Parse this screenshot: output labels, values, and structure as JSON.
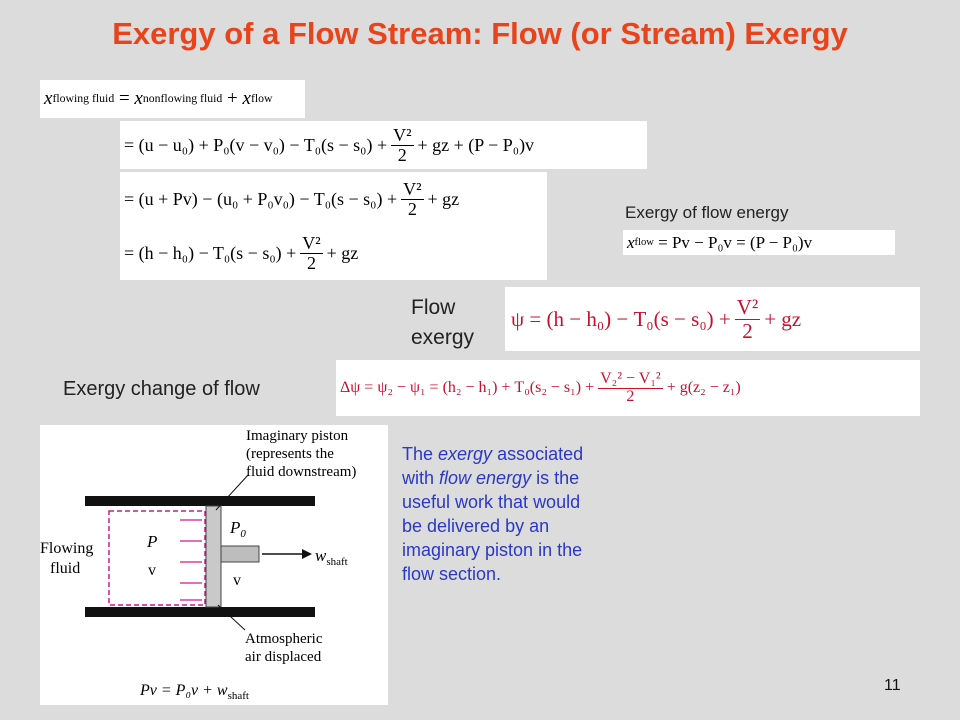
{
  "slide": {
    "title": "Exergy of a Flow Stream: Flow (or Stream) Exergy",
    "page_number": "11"
  },
  "equations": {
    "flowing": {
      "lhs": "x",
      "lhs_sub": "flowing fluid",
      "mid": "x",
      "mid_sub": "nonflowing fluid",
      "rhs": "x",
      "rhs_sub": "flow"
    },
    "line1": "= (u − u₀) + P₀(v − v₀) − T₀(s − s₀) +",
    "line1_end": "+ gz + (P − P₀)v",
    "line2": "= (u + Pv) − (u₀ + P₀v₀) − T₀(s − s₀) +",
    "line2_end": "+ gz",
    "line3": "= (h − h₀) − T₀(s − s₀) +",
    "line3_end": "+ gz",
    "v2_num": "V²",
    "v2_den": "2",
    "xflow": "= Pv − P₀v = (P − P₀)v",
    "xflow_sym": "x",
    "xflow_sub": "flow",
    "psi": "ψ = (h − h₀) − T₀(s − s₀) +",
    "psi_end": "+ gz",
    "dpsi": "Δψ = ψ₂ − ψ₁ = (h₂ − h₁) + T₀(s₂ − s₁) +",
    "dpsi_num": "V₂² − V₁²",
    "dpsi_den": "2",
    "dpsi_end": "+ g(z₂ − z₁)"
  },
  "labels": {
    "flow_energy": "Exergy of flow energy",
    "flow_exergy_1": "Flow",
    "flow_exergy_2": "exergy",
    "change": "Exergy change of flow"
  },
  "description": {
    "t1": "The ",
    "t2": "exergy",
    "t3": " associated with ",
    "t4": "flow energy",
    "t5": " is the useful work that would be delivered by an imaginary piston in the flow section."
  },
  "diagram": {
    "callout_top_1": "Imaginary piston",
    "callout_top_2": "(represents the",
    "callout_top_3": "fluid downstream)",
    "flowing_1": "Flowing",
    "flowing_2": "fluid",
    "p": "P",
    "v_left": "v",
    "p0": "P",
    "p0_sub": "0",
    "v_right": "v",
    "w": "w",
    "w_sub": "shaft",
    "callout_bottom_1": "Atmospheric",
    "callout_bottom_2": "air displaced",
    "bottom_eq": "Pv = P₀v + w",
    "bottom_eq_sub": "shaft"
  },
  "colors": {
    "title": "#e8431b",
    "equation_highlight": "#c8102e",
    "description": "#2a38c8"
  }
}
